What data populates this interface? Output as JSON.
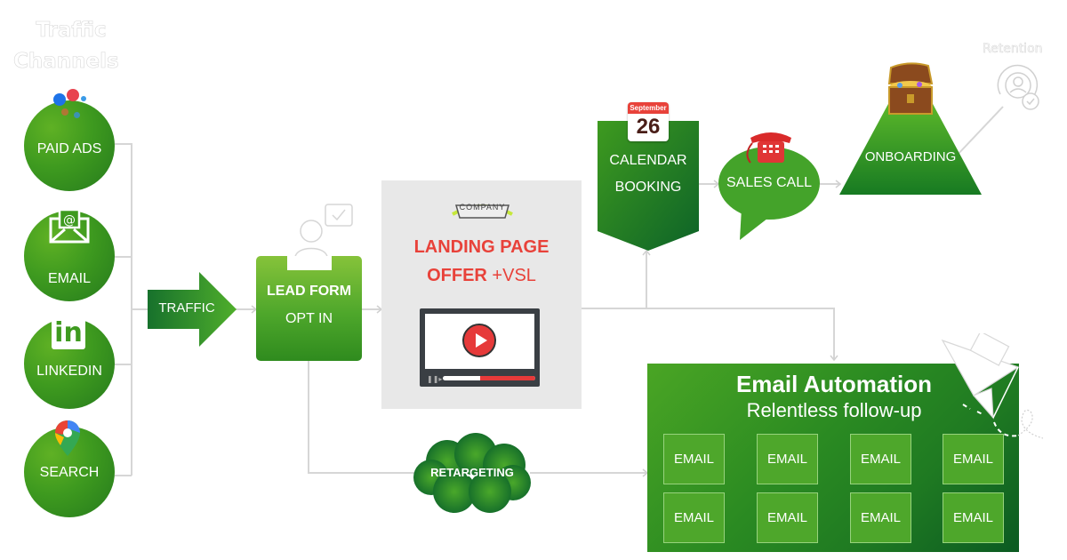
{
  "title": {
    "line1": "Traffic",
    "line2": "Channels"
  },
  "channels": [
    {
      "label": "PAID ADS",
      "icon": "social-reactions-icon"
    },
    {
      "label": "EMAIL",
      "icon": "envelope-at-icon"
    },
    {
      "label": "LINKEDIN",
      "icon": "linkedin-icon"
    },
    {
      "label": "SEARCH",
      "icon": "map-pin-icon"
    }
  ],
  "traffic": {
    "label": "TRAFFIC"
  },
  "lead_form": {
    "title": "LEAD FORM",
    "subtitle": "OPT IN"
  },
  "landing_page": {
    "logo": "COMPANY",
    "line1": "LANDING PAGE",
    "line2_bold": "OFFER",
    "line2_rest": "+VSL",
    "video_progress": 0.4
  },
  "calendar": {
    "month": "September",
    "day": "26",
    "line1": "CALENDAR",
    "line2": "BOOKING"
  },
  "sales_call": {
    "label": "SALES CALL"
  },
  "onboarding": {
    "label": "ONBOARDING"
  },
  "retention": {
    "label": "Retention"
  },
  "retargeting": {
    "label": "RETARGETING"
  },
  "email_automation": {
    "title": "Email Automation",
    "subtitle": "Relentless follow-up",
    "cells": [
      "EMAIL",
      "EMAIL",
      "EMAIL",
      "EMAIL",
      "EMAIL",
      "EMAIL",
      "EMAIL",
      "EMAIL"
    ]
  },
  "colors": {
    "green": "#3e9a1f",
    "dark_green": "#0b5a22",
    "red": "#e8423a",
    "gray_panel": "#e8e8e8"
  }
}
